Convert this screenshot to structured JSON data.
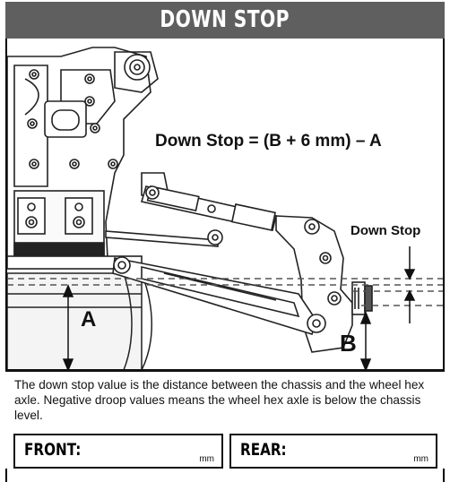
{
  "header": {
    "title": "DOWN STOP"
  },
  "figure": {
    "formula_parts": {
      "lead": "Down Stop = (",
      "b": "B",
      "mid": " + 6 mm) – ",
      "a": "A"
    },
    "callout_label": "Down Stop",
    "label_a": "A",
    "label_b": "B"
  },
  "description": "The down stop value is the distance between the chassis and the wheel hex axle. Negative droop values means the wheel hex axle is below the chassis level.",
  "fields": {
    "front_label": "FRONT:",
    "front_unit": "mm",
    "rear_label": "REAR:",
    "rear_unit": "mm"
  }
}
